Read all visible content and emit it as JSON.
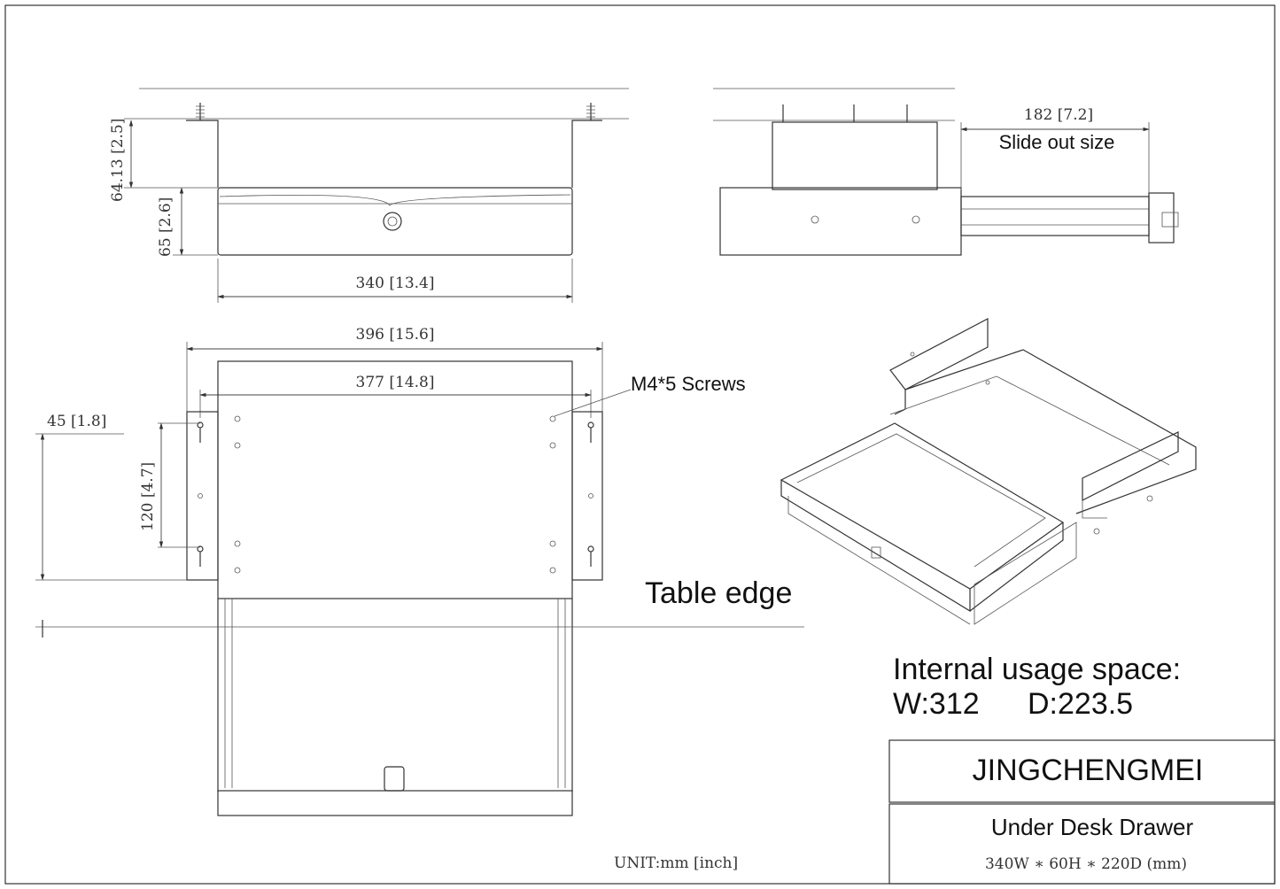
{
  "front_view": {
    "height_upper": "64.13 [2.5]",
    "height_lower": "65 [2.6]",
    "width": "340 [13.4]"
  },
  "side_view": {
    "slide_value": "182 [7.2]",
    "slide_label": "Slide out size"
  },
  "top_view": {
    "overall_width": "396 [15.6]",
    "screw_span": "377 [14.8]",
    "screws_label": "M4*5 Screws",
    "edge_offset": "45 [1.8]",
    "hole_spacing": "120 [4.7]",
    "table_edge_label": "Table edge"
  },
  "internal": {
    "title": "Internal usage space:",
    "width": "W:312",
    "depth": "D:223.5"
  },
  "title_block": {
    "brand": "JINGCHENGMEI",
    "product": "Under Desk Drawer",
    "size": "340W ∗ 60H ∗ 220D (mm)"
  },
  "unit_note": "UNIT:mm [inch]"
}
